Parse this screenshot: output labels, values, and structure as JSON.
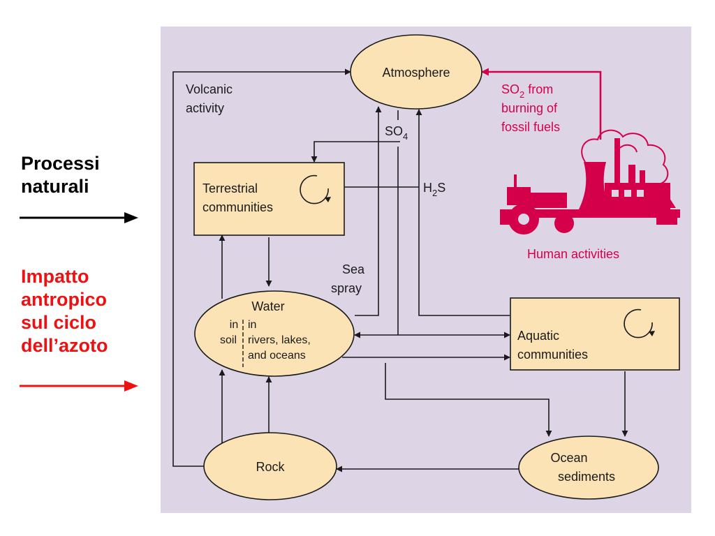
{
  "legend": {
    "natural": [
      "Processi",
      "naturali"
    ],
    "human": [
      "Impatto",
      "antropico",
      "sul ciclo",
      "dell’azoto"
    ]
  },
  "nodes": {
    "atmosphere": "Atmosphere",
    "terrestrial": [
      "Terrestrial",
      "communities"
    ],
    "water": "Water",
    "water_soil": [
      "in",
      "soil"
    ],
    "water_rivers": [
      "in",
      "rivers, lakes,",
      "and oceans"
    ],
    "aquatic": [
      "Aquatic",
      "communities"
    ],
    "rock": "Rock",
    "ocean_sediments": [
      "Ocean",
      "sediments"
    ]
  },
  "flow_labels": {
    "volcanic": [
      "Volcanic",
      "activity"
    ],
    "so4": "SO",
    "so4_sub": "4",
    "h2s_h": "H",
    "h2s_sub": "2",
    "h2s_s": "S",
    "sea_spray": [
      "Sea",
      "spray"
    ],
    "so2_prefix": "SO",
    "so2_sub": "2",
    "so2_suffix": " from",
    "so2_lines": [
      "burning of",
      "fossil fuels"
    ],
    "human_activities": "Human activities"
  },
  "colors": {
    "panel": "#ddd5e6",
    "node_fill": "#fbe3b5",
    "human_red": "#d4004a",
    "legend_red": "#ee1111",
    "ink": "#1a1a1a"
  }
}
